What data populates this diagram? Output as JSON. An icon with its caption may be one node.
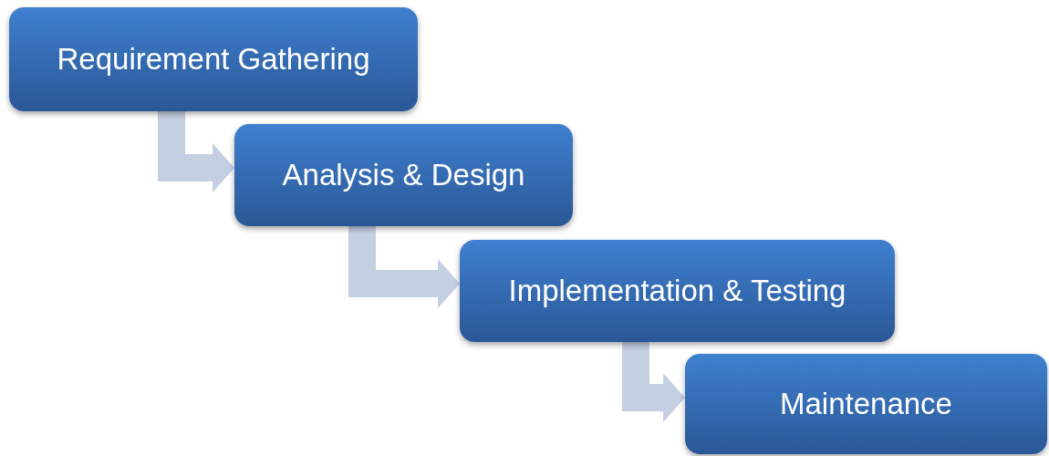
{
  "diagram": {
    "nodes": [
      {
        "text": [
          "Requirement Gathering"
        ]
      },
      {
        "text": [
          "Analysis & Design"
        ]
      },
      {
        "text": [
          "Implementation & Testing"
        ]
      },
      {
        "text": [
          "Maintenance"
        ]
      }
    ],
    "edges": [
      {
        "from": 0,
        "to": 1,
        "arrow": "to"
      },
      {
        "from": 1,
        "to": 2,
        "arrow": "to"
      },
      {
        "from": 2,
        "to": 3,
        "arrow": "to"
      }
    ]
  }
}
